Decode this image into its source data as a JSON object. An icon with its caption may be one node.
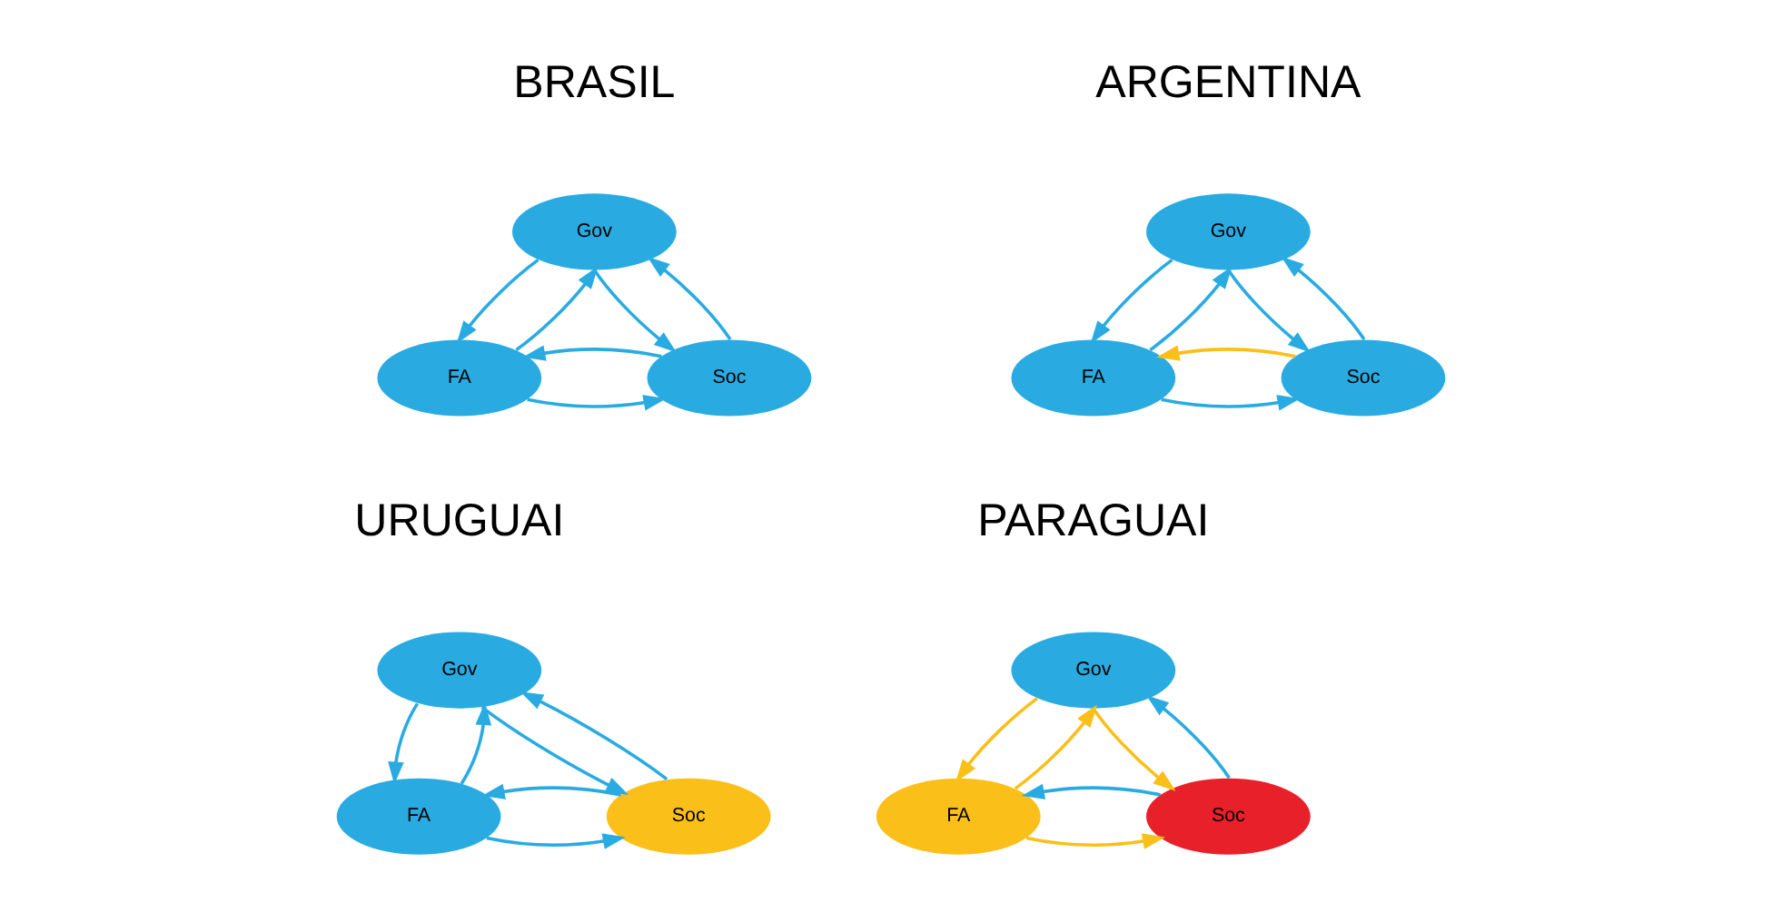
{
  "diagram": {
    "nodes": [
      {
        "text": [
          "Gov"
        ]
      },
      {
        "text": [
          "FA"
        ]
      },
      {
        "text": [
          "Soc"
        ]
      },
      {
        "text": [
          "Gov"
        ]
      },
      {
        "text": [
          "FA"
        ]
      },
      {
        "text": [
          "Soc"
        ]
      },
      {
        "text": [
          "Gov"
        ]
      },
      {
        "text": [
          "FA"
        ]
      },
      {
        "text": [
          "Soc"
        ]
      },
      {
        "text": [
          "Gov"
        ]
      },
      {
        "text": [
          "FA"
        ]
      },
      {
        "text": [
          "Soc"
        ]
      }
    ],
    "edges": [
      {
        "from": 1,
        "to": 0,
        "arrow": "to"
      },
      {
        "from": 0,
        "to": 1,
        "arrow": "to"
      },
      {
        "from": 0,
        "to": 2,
        "arrow": "to"
      },
      {
        "from": 2,
        "to": 0,
        "arrow": "to"
      },
      {
        "from": 1,
        "to": 2,
        "arrow": "to"
      },
      {
        "from": 2,
        "to": 1,
        "arrow": "to"
      },
      {
        "from": 4,
        "to": 3,
        "arrow": "to"
      },
      {
        "from": 3,
        "to": 4,
        "arrow": "to"
      },
      {
        "from": 3,
        "to": 5,
        "arrow": "to"
      },
      {
        "from": 5,
        "to": 3,
        "arrow": "to"
      },
      {
        "from": 4,
        "to": 5,
        "arrow": "to"
      },
      {
        "from": 5,
        "to": 4,
        "arrow": "to",
        "color": "#fbbf1a"
      },
      {
        "from": 7,
        "to": 6,
        "arrow": "to"
      },
      {
        "from": 6,
        "to": 7,
        "arrow": "to"
      },
      {
        "from": 6,
        "to": 8,
        "arrow": "to"
      },
      {
        "from": 8,
        "to": 6,
        "arrow": "to"
      },
      {
        "from": 7,
        "to": 8,
        "arrow": "to"
      },
      {
        "from": 8,
        "to": 7,
        "arrow": "to"
      },
      {
        "from": 10,
        "to": 9,
        "arrow": "to",
        "color": "#fbbf1a"
      },
      {
        "from": 9,
        "to": 10,
        "arrow": "to",
        "color": "#fbbf1a"
      },
      {
        "from": 9,
        "to": 11,
        "arrow": "to",
        "color": "#fbbf1a"
      },
      {
        "from": 11,
        "to": 9,
        "arrow": "to"
      },
      {
        "from": 10,
        "to": 11,
        "arrow": "to",
        "color": "#fbbf1a"
      },
      {
        "from": 11,
        "to": 10,
        "arrow": "to"
      }
    ],
    "labels": [
      "BRASIL",
      "ARGENTINA",
      "URUGUAI",
      "PARAGUAI"
    ]
  }
}
